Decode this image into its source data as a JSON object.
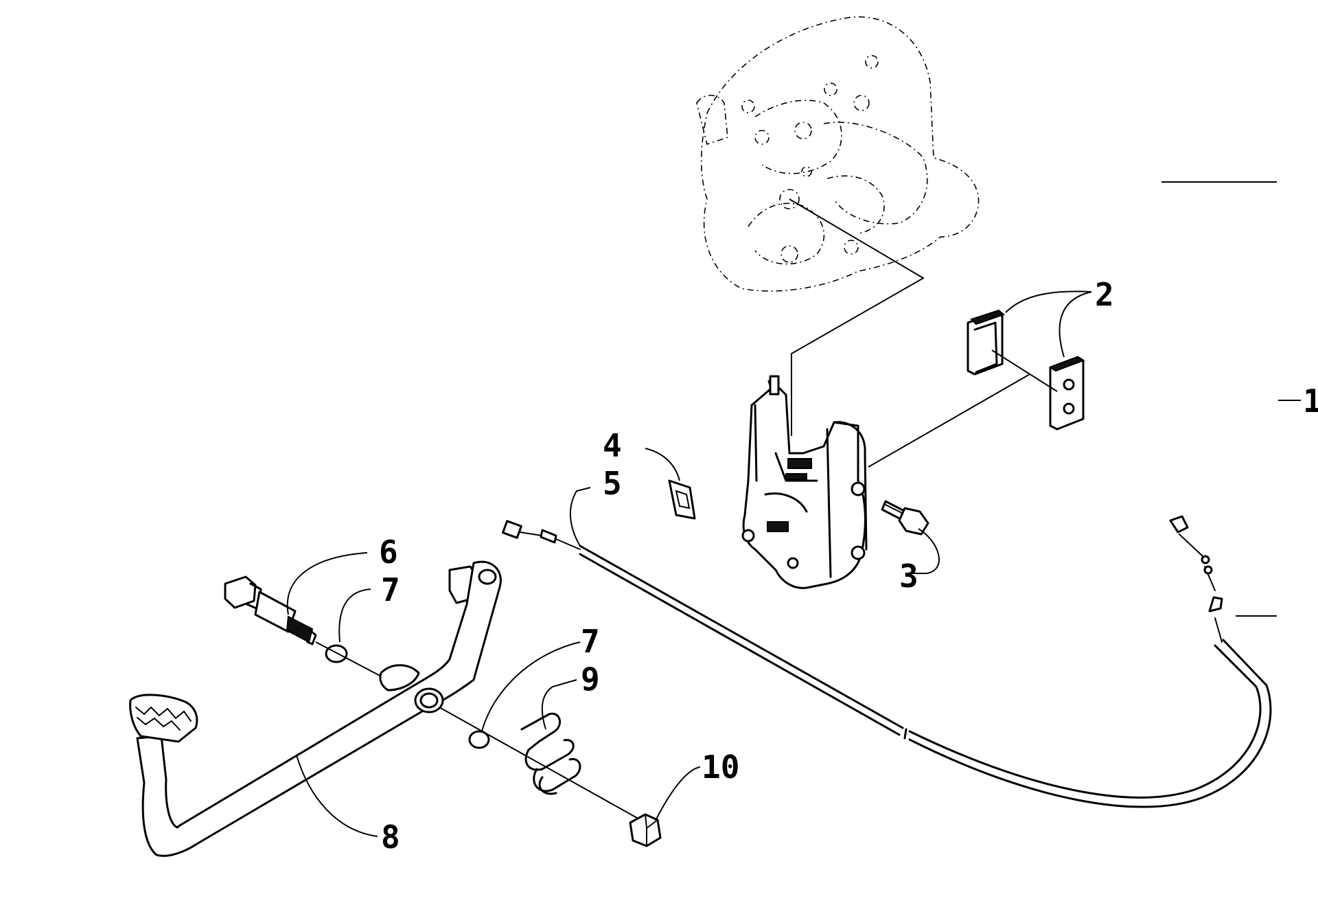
{
  "callouts": [
    {
      "id": "1",
      "label": "1"
    },
    {
      "id": "2",
      "label": "2"
    },
    {
      "id": "3",
      "label": "3"
    },
    {
      "id": "4",
      "label": "4"
    },
    {
      "id": "5",
      "label": "5"
    },
    {
      "id": "6",
      "label": "6"
    },
    {
      "id": "7a",
      "label": "7"
    },
    {
      "id": "7b",
      "label": "7"
    },
    {
      "id": "8",
      "label": "8"
    },
    {
      "id": "9",
      "label": "9"
    },
    {
      "id": "10",
      "label": "10"
    }
  ],
  "colors": {
    "ink": "#000000",
    "paper": "#ffffff"
  }
}
